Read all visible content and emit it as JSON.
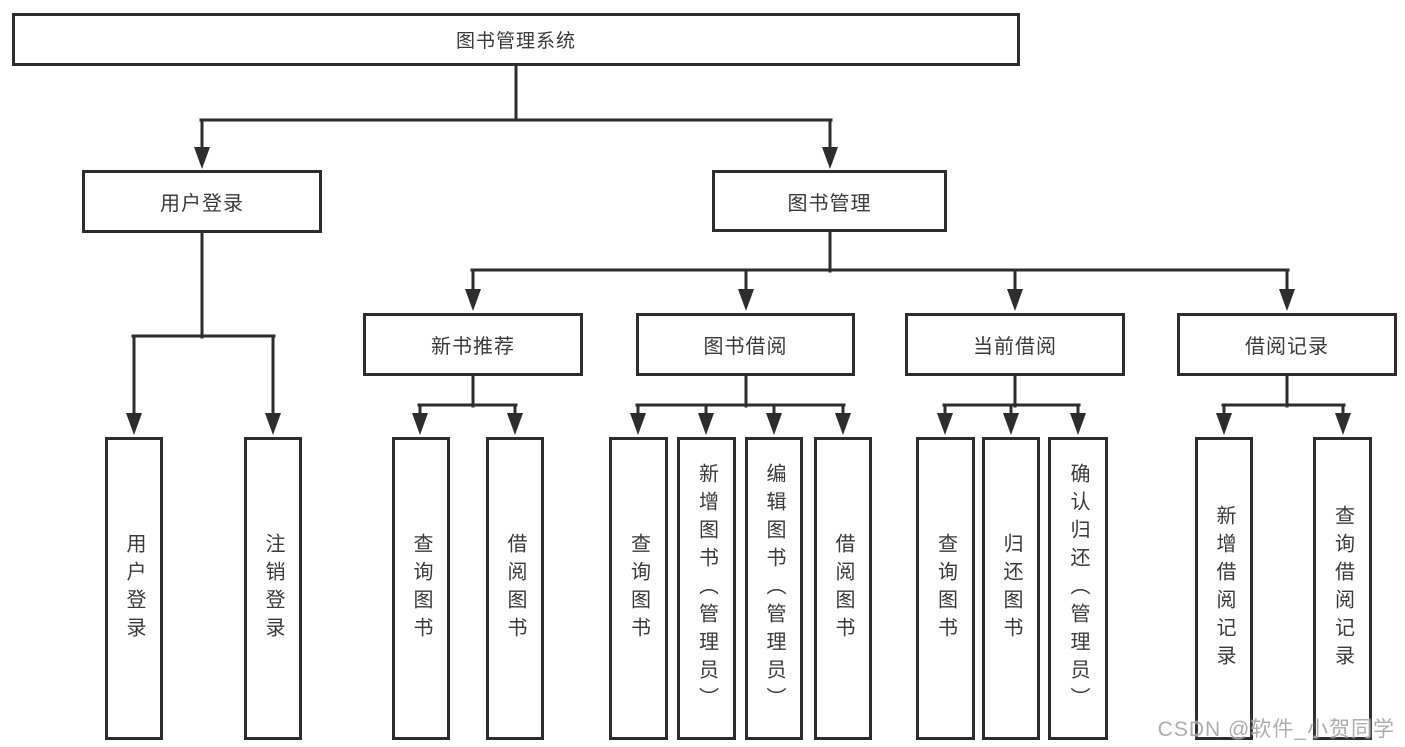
{
  "diagram_type": "functional-structure-tree",
  "tree": {
    "label": "图书管理系统",
    "children": [
      {
        "label": "用户登录",
        "children": [
          {
            "label": "用户登录"
          },
          {
            "label": "注销登录"
          }
        ]
      },
      {
        "label": "图书管理",
        "children": [
          {
            "label": "新书推荐",
            "children": [
              {
                "label": "查询图书"
              },
              {
                "label": "借阅图书"
              }
            ]
          },
          {
            "label": "图书借阅",
            "children": [
              {
                "label": "查询图书"
              },
              {
                "label": "新增图书（管理员）"
              },
              {
                "label": "编辑图书（管理员）"
              },
              {
                "label": "借阅图书"
              }
            ]
          },
          {
            "label": "当前借阅",
            "children": [
              {
                "label": "查询图书"
              },
              {
                "label": "归还图书"
              },
              {
                "label": "确认归还（管理员）"
              }
            ]
          },
          {
            "label": "借阅记录",
            "children": [
              {
                "label": "新增借阅记录"
              },
              {
                "label": "查询借阅记录"
              }
            ]
          }
        ]
      }
    ]
  },
  "watermark": {
    "text": "CSDN @软件_小贺同学"
  },
  "colors": {
    "line": "#2d2d2d",
    "box_border": "#2d2d2d",
    "text": "#3a3a3a",
    "background": "#ffffff",
    "watermark": "#a3a1a1"
  }
}
